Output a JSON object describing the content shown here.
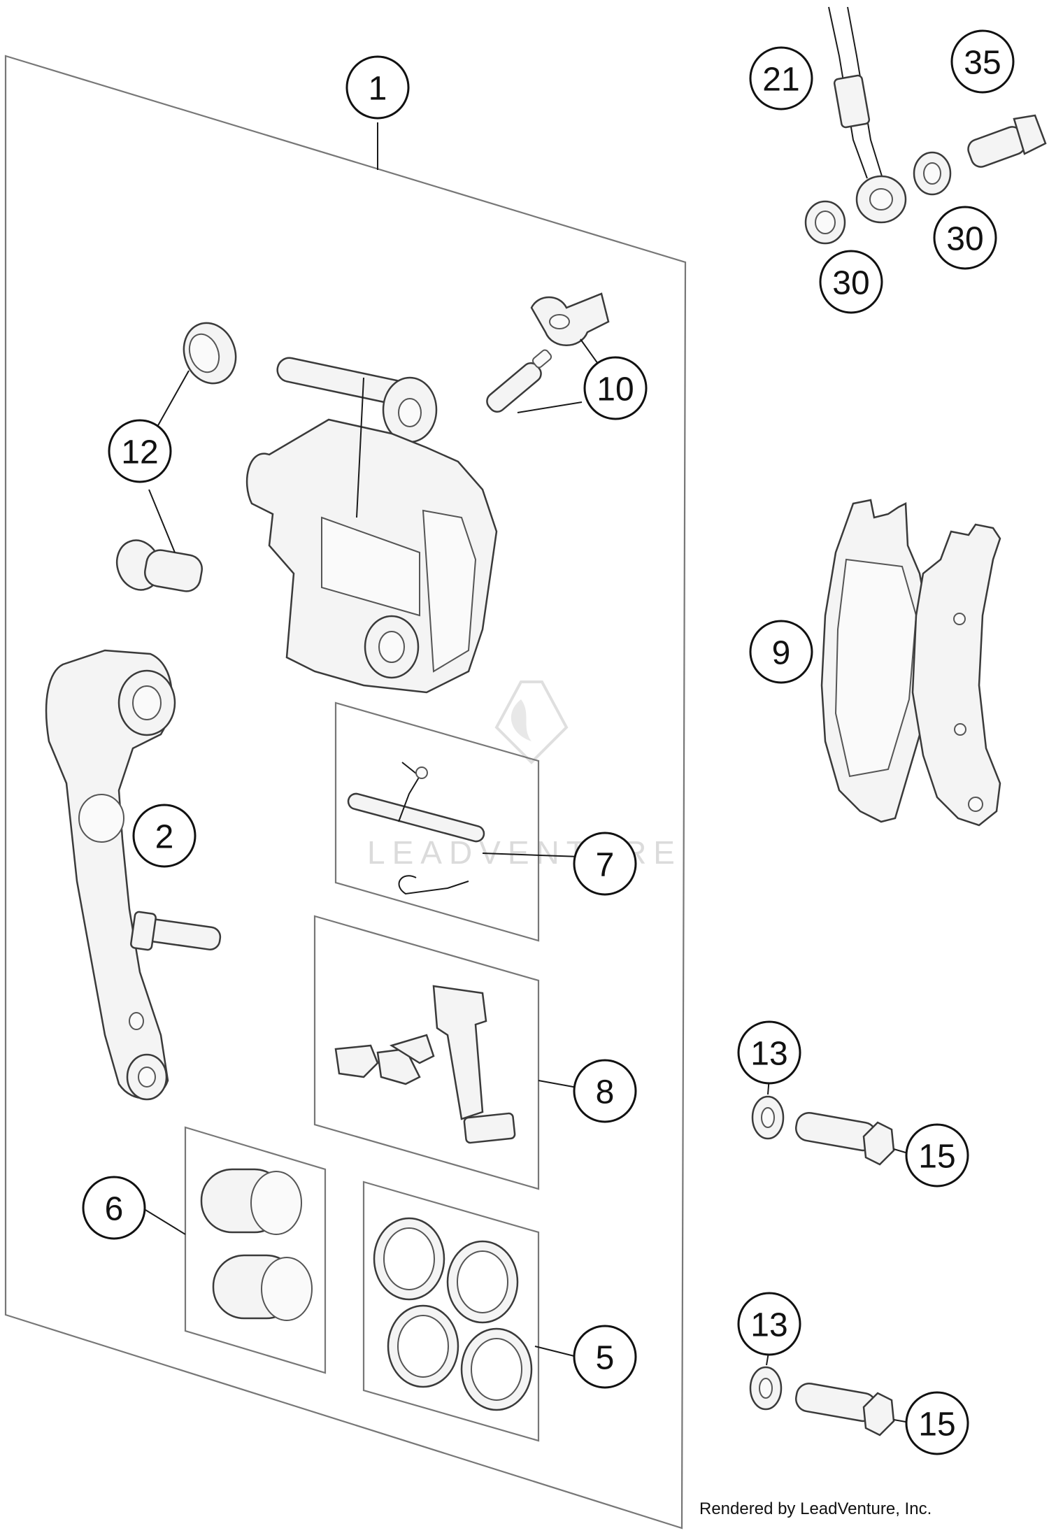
{
  "diagram": {
    "callouts": [
      {
        "id": "c1",
        "label": "1"
      },
      {
        "id": "c2",
        "label": "2"
      },
      {
        "id": "c5",
        "label": "5"
      },
      {
        "id": "c6",
        "label": "6"
      },
      {
        "id": "c7",
        "label": "7"
      },
      {
        "id": "c8",
        "label": "8"
      },
      {
        "id": "c9",
        "label": "9"
      },
      {
        "id": "c10",
        "label": "10"
      },
      {
        "id": "c12",
        "label": "12"
      },
      {
        "id": "c13a",
        "label": "13"
      },
      {
        "id": "c13b",
        "label": "13"
      },
      {
        "id": "c15a",
        "label": "15"
      },
      {
        "id": "c15b",
        "label": "15"
      },
      {
        "id": "c21",
        "label": "21"
      },
      {
        "id": "c30a",
        "label": "30"
      },
      {
        "id": "c30b",
        "label": "30"
      },
      {
        "id": "c35",
        "label": "35"
      }
    ],
    "watermark": "LEADVENTURE",
    "credit": "Rendered by LeadVenture, Inc."
  }
}
